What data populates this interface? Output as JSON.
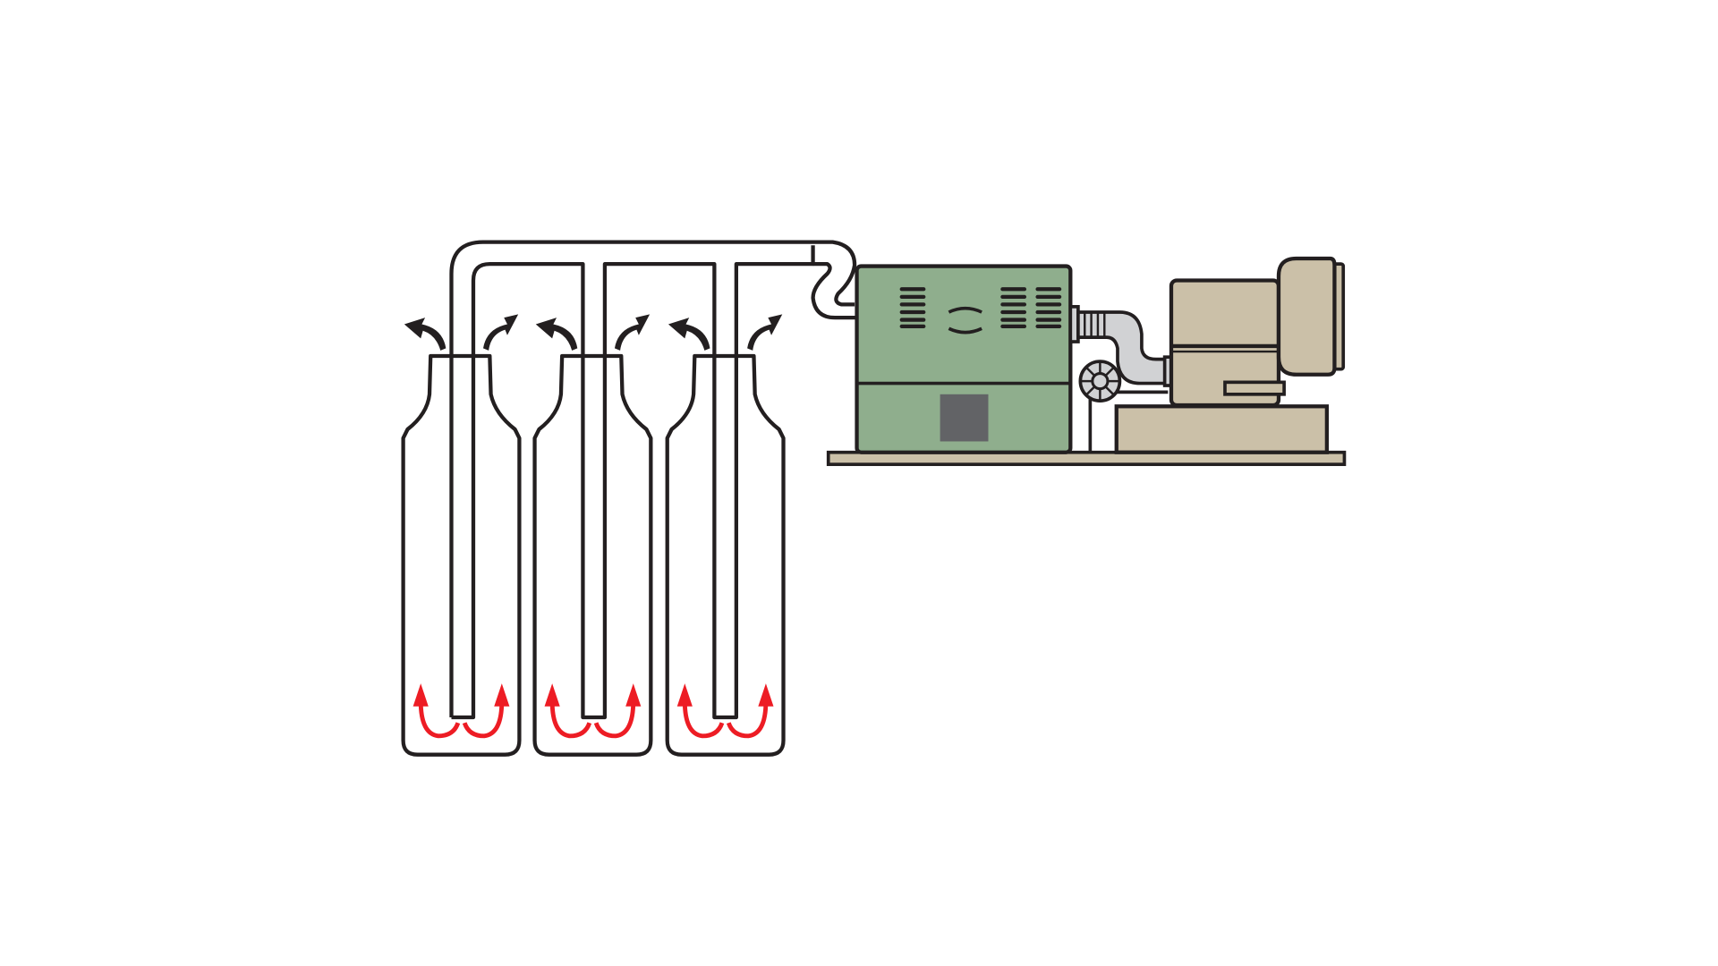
{
  "diagram": {
    "colors": {
      "outline": "#231f20",
      "machine_green": "#8fae8d",
      "window_gray": "#626366",
      "beige": "#cbc0a8",
      "pipe_gray": "#d1d2d4",
      "flow_red": "#ed1c24"
    },
    "icons": [
      "bottle",
      "dip-tube",
      "manifold-pipe",
      "exhaust-arrow",
      "inflow-arrow",
      "generator-unit",
      "motor",
      "flex-coupling",
      "valve-wheel"
    ]
  }
}
